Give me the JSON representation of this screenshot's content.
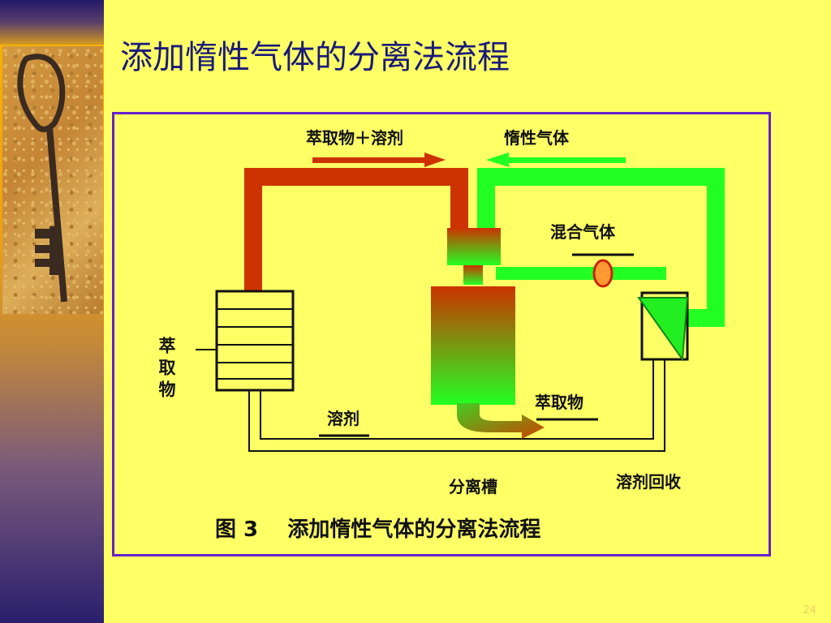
{
  "slide": {
    "title": "添加惰性气体的分离法流程",
    "page_number": "24"
  },
  "diagram": {
    "label_extract_solvent": "萃取物＋溶剂",
    "label_inert_gas": "惰性气体",
    "label_mixed_gas": "混合气体",
    "label_extraction_material": "萃取物",
    "label_extract_out": "萃取物",
    "label_solvent": "溶剂",
    "label_separation_tank": "分离槽",
    "label_solvent_recovery": "溶剂回收",
    "caption": "图 3    添加惰性气体的分离法流程"
  },
  "colors": {
    "background": "#ffff66",
    "title": "#1a1a7a",
    "frame_border": "#6622cc",
    "red_pipe": "#cc3300",
    "green_pipe": "#22ff22",
    "valve": "#ff9900"
  },
  "icons": {
    "sidebar_image": "antique-key-icon"
  }
}
